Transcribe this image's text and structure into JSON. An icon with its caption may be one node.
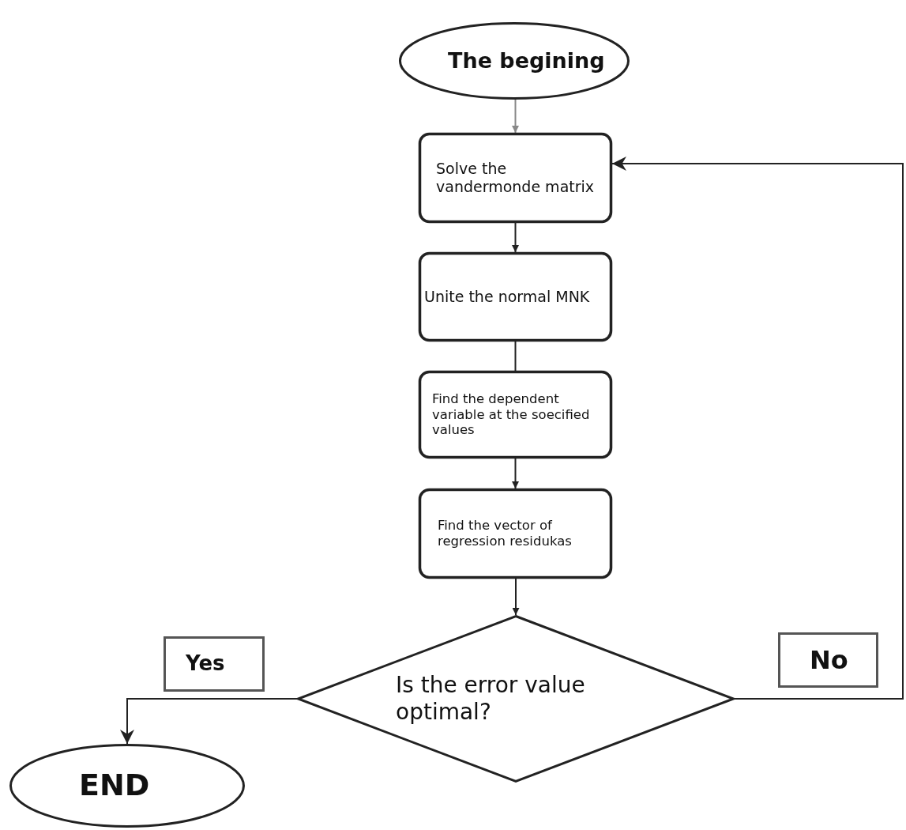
{
  "diagram": {
    "nodes": [
      {
        "text": [
          "The begining"
        ]
      },
      {
        "text": [
          "Solve the vandermonde matrix"
        ]
      },
      {
        "text": [
          "Unite the normal MNK"
        ]
      },
      {
        "text": [
          "Find the dependent variable at the soecified values"
        ]
      },
      {
        "text": [
          "Find the vector of regression residukas"
        ]
      },
      {
        "text": [
          "Is the error value optimal?"
        ]
      },
      {
        "text": [
          "Yes"
        ]
      },
      {
        "text": [
          "No"
        ]
      },
      {
        "text": [
          "END"
        ]
      }
    ],
    "edges": [
      {
        "from": 0,
        "to": 1,
        "arrow": "to",
        "color": "#888888"
      },
      {
        "from": 1,
        "to": 2,
        "arrow": "to"
      },
      {
        "from": 2,
        "to": 3,
        "arrow": "none"
      },
      {
        "from": 3,
        "to": 4,
        "arrow": "to"
      },
      {
        "from": 4,
        "to": 5,
        "arrow": "to"
      },
      {
        "from": 5,
        "to": 8,
        "arrow": "to"
      },
      {
        "from": 5,
        "to": 1,
        "arrow": "to"
      }
    ]
  }
}
